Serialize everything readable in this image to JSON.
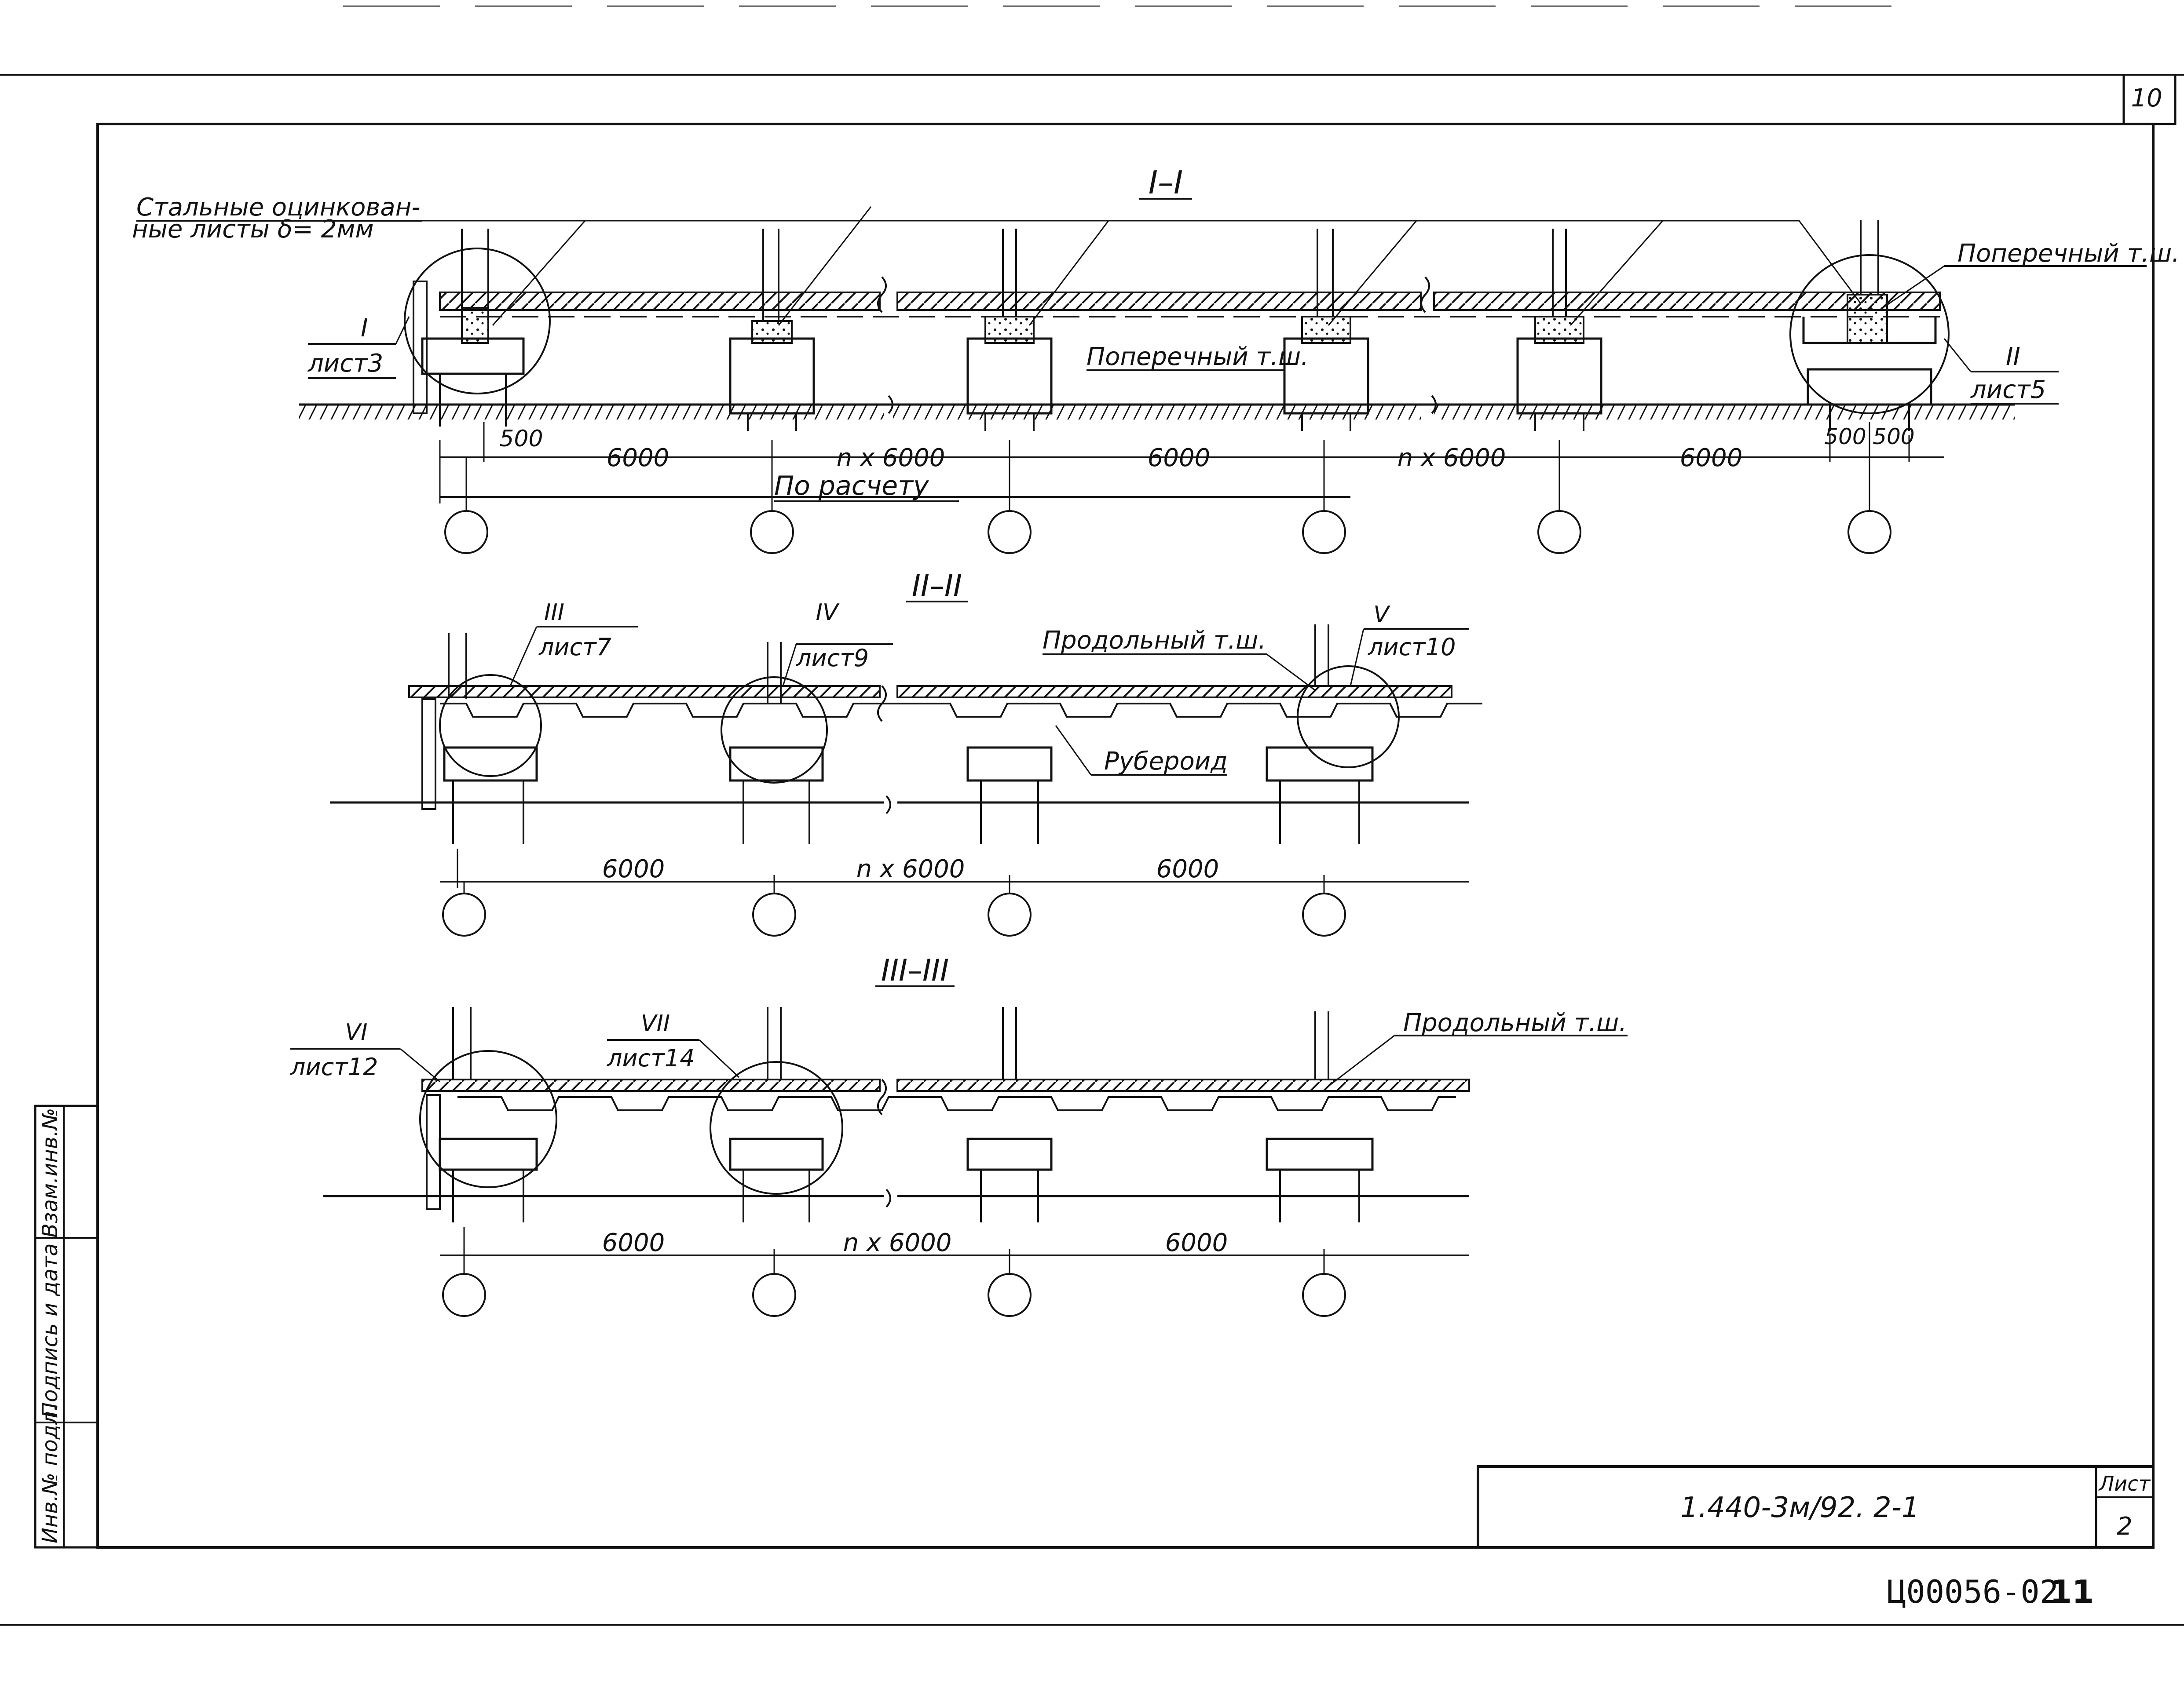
{
  "sheet_number_top": "10",
  "sections": {
    "s1": {
      "title": "I–I",
      "note_steel_1": "Стальные оцинкован-",
      "note_steel_2": "ные листы δ= 2мм",
      "callout_left_num": "I",
      "callout_left_sheet": "лист3",
      "callout_right_num": "II",
      "callout_right_sheet": "лист5",
      "label_transverse_right": "Поперечный т.ш.",
      "label_transverse_mid": "Поперечный т.ш.",
      "dim_500_left": "500",
      "dims": [
        "6000",
        "n x 6000",
        "6000",
        "n x 6000",
        "6000"
      ],
      "dim_500_r1": "500",
      "dim_500_r2": "500",
      "by_calc": "По расчету"
    },
    "s2": {
      "title": "II–II",
      "callout_a_num": "III",
      "callout_a_sheet": "лист7",
      "callout_b_num": "IV",
      "callout_b_sheet": "лист9",
      "callout_c_num": "V",
      "callout_c_sheet": "лист10",
      "label_longitudinal": "Продольный т.ш.",
      "label_ruberoid": "Рубероид",
      "dims": [
        "6000",
        "n x 6000",
        "6000"
      ]
    },
    "s3": {
      "title": "III–III",
      "callout_a_num": "VI",
      "callout_a_sheet": "лист12",
      "callout_b_num": "VII",
      "callout_b_sheet": "лист14",
      "label_longitudinal": "Продольный т.ш.",
      "dims": [
        "6000",
        "n x 6000",
        "6000"
      ]
    }
  },
  "stamp": {
    "code": "1.440-3м/92. 2-1",
    "sheet_label": "Лист",
    "sheet_number": "2"
  },
  "sidebar": {
    "cell1": "Взам.инв.№",
    "cell2": "Подпись и дата",
    "cell3": "Инв.№ подл."
  },
  "footer": {
    "archive_code": "Ц00056-02",
    "page": "11"
  }
}
